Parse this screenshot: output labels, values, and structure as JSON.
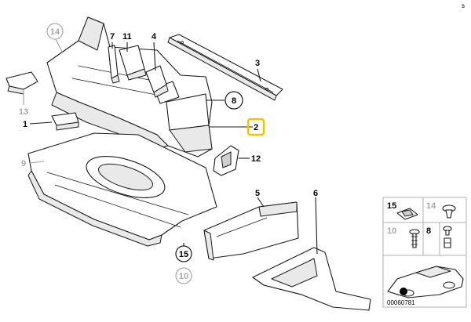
{
  "callouts": {
    "c1": "1",
    "c2": "2",
    "c3": "3",
    "c4": "4",
    "c5": "5",
    "c6": "6",
    "c7": "7",
    "c8": "8",
    "c9": "9",
    "c10": "10",
    "c11": "11",
    "c12": "12",
    "c13": "13",
    "c14": "14",
    "c15": "15"
  },
  "inset": {
    "c15": "15",
    "c14": "14",
    "c10": "10",
    "c8": "8"
  },
  "corner_mark": "s",
  "diagram_code": "00060781",
  "colors": {
    "highlight": "#f5c400",
    "ink": "#1a1a1a",
    "muted": "#a8a8a8"
  }
}
